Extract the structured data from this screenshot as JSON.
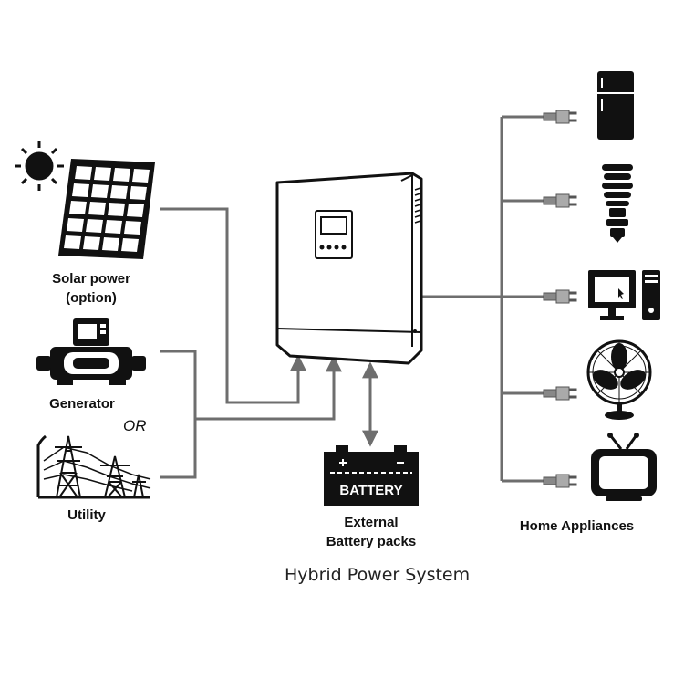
{
  "title": "Hybrid Power System",
  "sources": {
    "solar": {
      "line1": "Solar power",
      "line2": "(option)",
      "icon": "solar-panel-icon"
    },
    "generator": {
      "label": "Generator",
      "icon": "generator-icon"
    },
    "or_text": "OR",
    "utility": {
      "label": "Utility",
      "icon": "utility-tower-icon"
    }
  },
  "battery": {
    "face_label": "BATTERY",
    "line1": "External",
    "line2": "Battery packs",
    "icon": "battery-icon"
  },
  "inverter": {
    "icon": "inverter-icon"
  },
  "appliances": {
    "label": "Home Appliances",
    "items": [
      "refrigerator-icon",
      "light-bulb-icon",
      "computer-icon",
      "fan-icon",
      "tv-icon"
    ]
  },
  "colors": {
    "line": "#6e6e6e",
    "ink": "#111111",
    "background": "#ffffff"
  }
}
